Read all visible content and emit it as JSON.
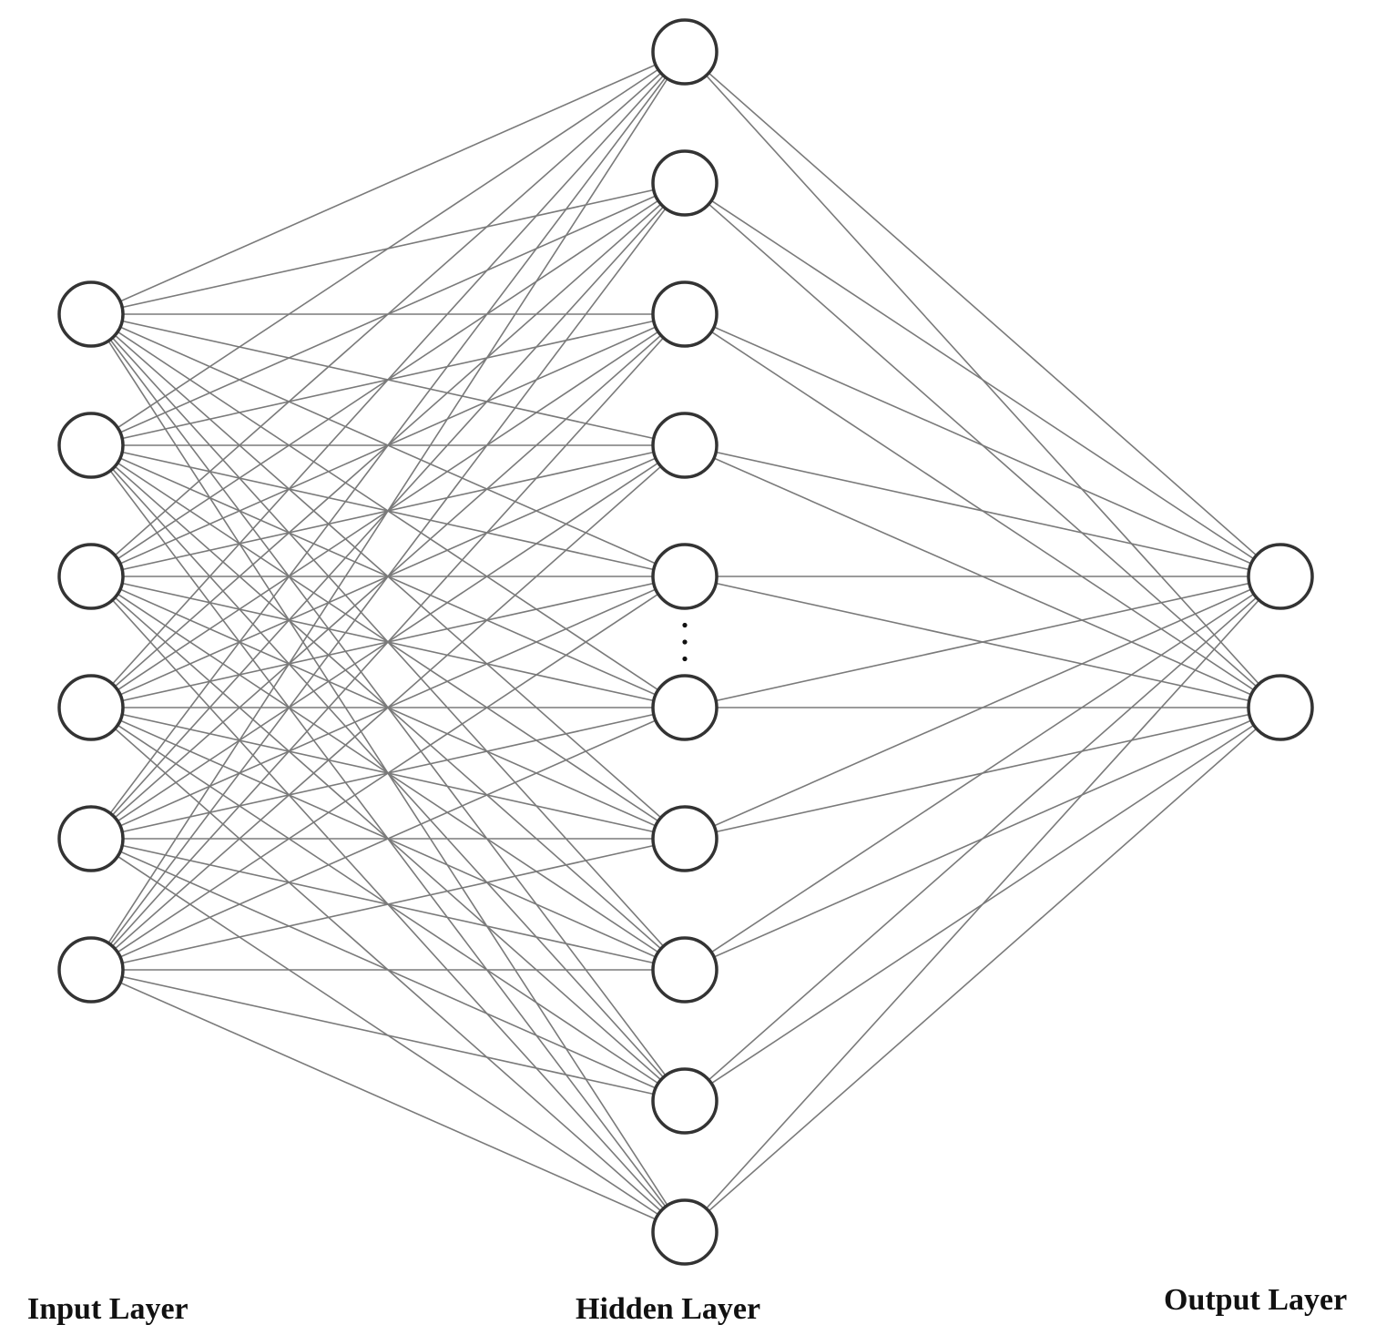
{
  "labels": {
    "input": "Input Layer",
    "hidden": "Hidden Layer",
    "output": "Output Layer"
  },
  "layers": {
    "input_count": 6,
    "hidden_count": 10,
    "output_count": 2
  },
  "hidden_ellipsis_after_index": 4,
  "colors": {
    "edge": "#7a7a7a",
    "node_stroke": "#333333",
    "node_fill": "#ffffff",
    "text": "#111111"
  }
}
